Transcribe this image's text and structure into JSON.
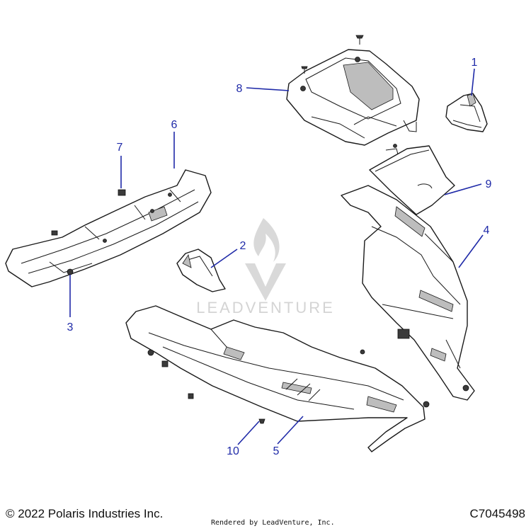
{
  "watermark": {
    "text": "LEADVENTURE"
  },
  "callouts": [
    {
      "id": "1",
      "label": "1"
    },
    {
      "id": "2",
      "label": "2"
    },
    {
      "id": "3",
      "label": "3"
    },
    {
      "id": "4",
      "label": "4"
    },
    {
      "id": "5",
      "label": "5"
    },
    {
      "id": "6",
      "label": "6"
    },
    {
      "id": "7",
      "label": "7"
    },
    {
      "id": "8",
      "label": "8"
    },
    {
      "id": "9",
      "label": "9"
    },
    {
      "id": "10",
      "label": "10"
    }
  ],
  "footer": {
    "copyright": "© 2022 Polaris Industries Inc.",
    "rendered_by": "Rendered by LeadVenture, Inc.",
    "diagram_code": "C7045498"
  },
  "colors": {
    "callout": "#1f2aa8",
    "line": "#1a1a1a",
    "watermark": "#d9d9d9"
  }
}
